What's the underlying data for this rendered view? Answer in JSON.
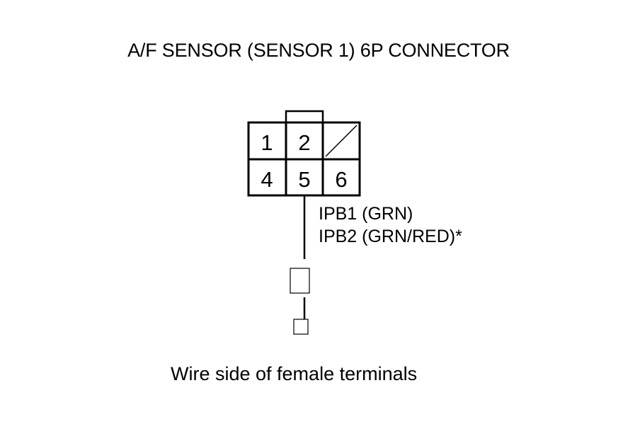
{
  "title": "A/F SENSOR (SENSOR 1) 6P CONNECTOR",
  "connector": {
    "top_row": [
      "1",
      "2",
      ""
    ],
    "bottom_row": [
      "4",
      "5",
      "6"
    ]
  },
  "wire": {
    "terminal": "5",
    "label_line1": "IPB1 (GRN)",
    "label_line2": "IPB2 (GRN/RED)*"
  },
  "caption": "Wire side of female terminals"
}
